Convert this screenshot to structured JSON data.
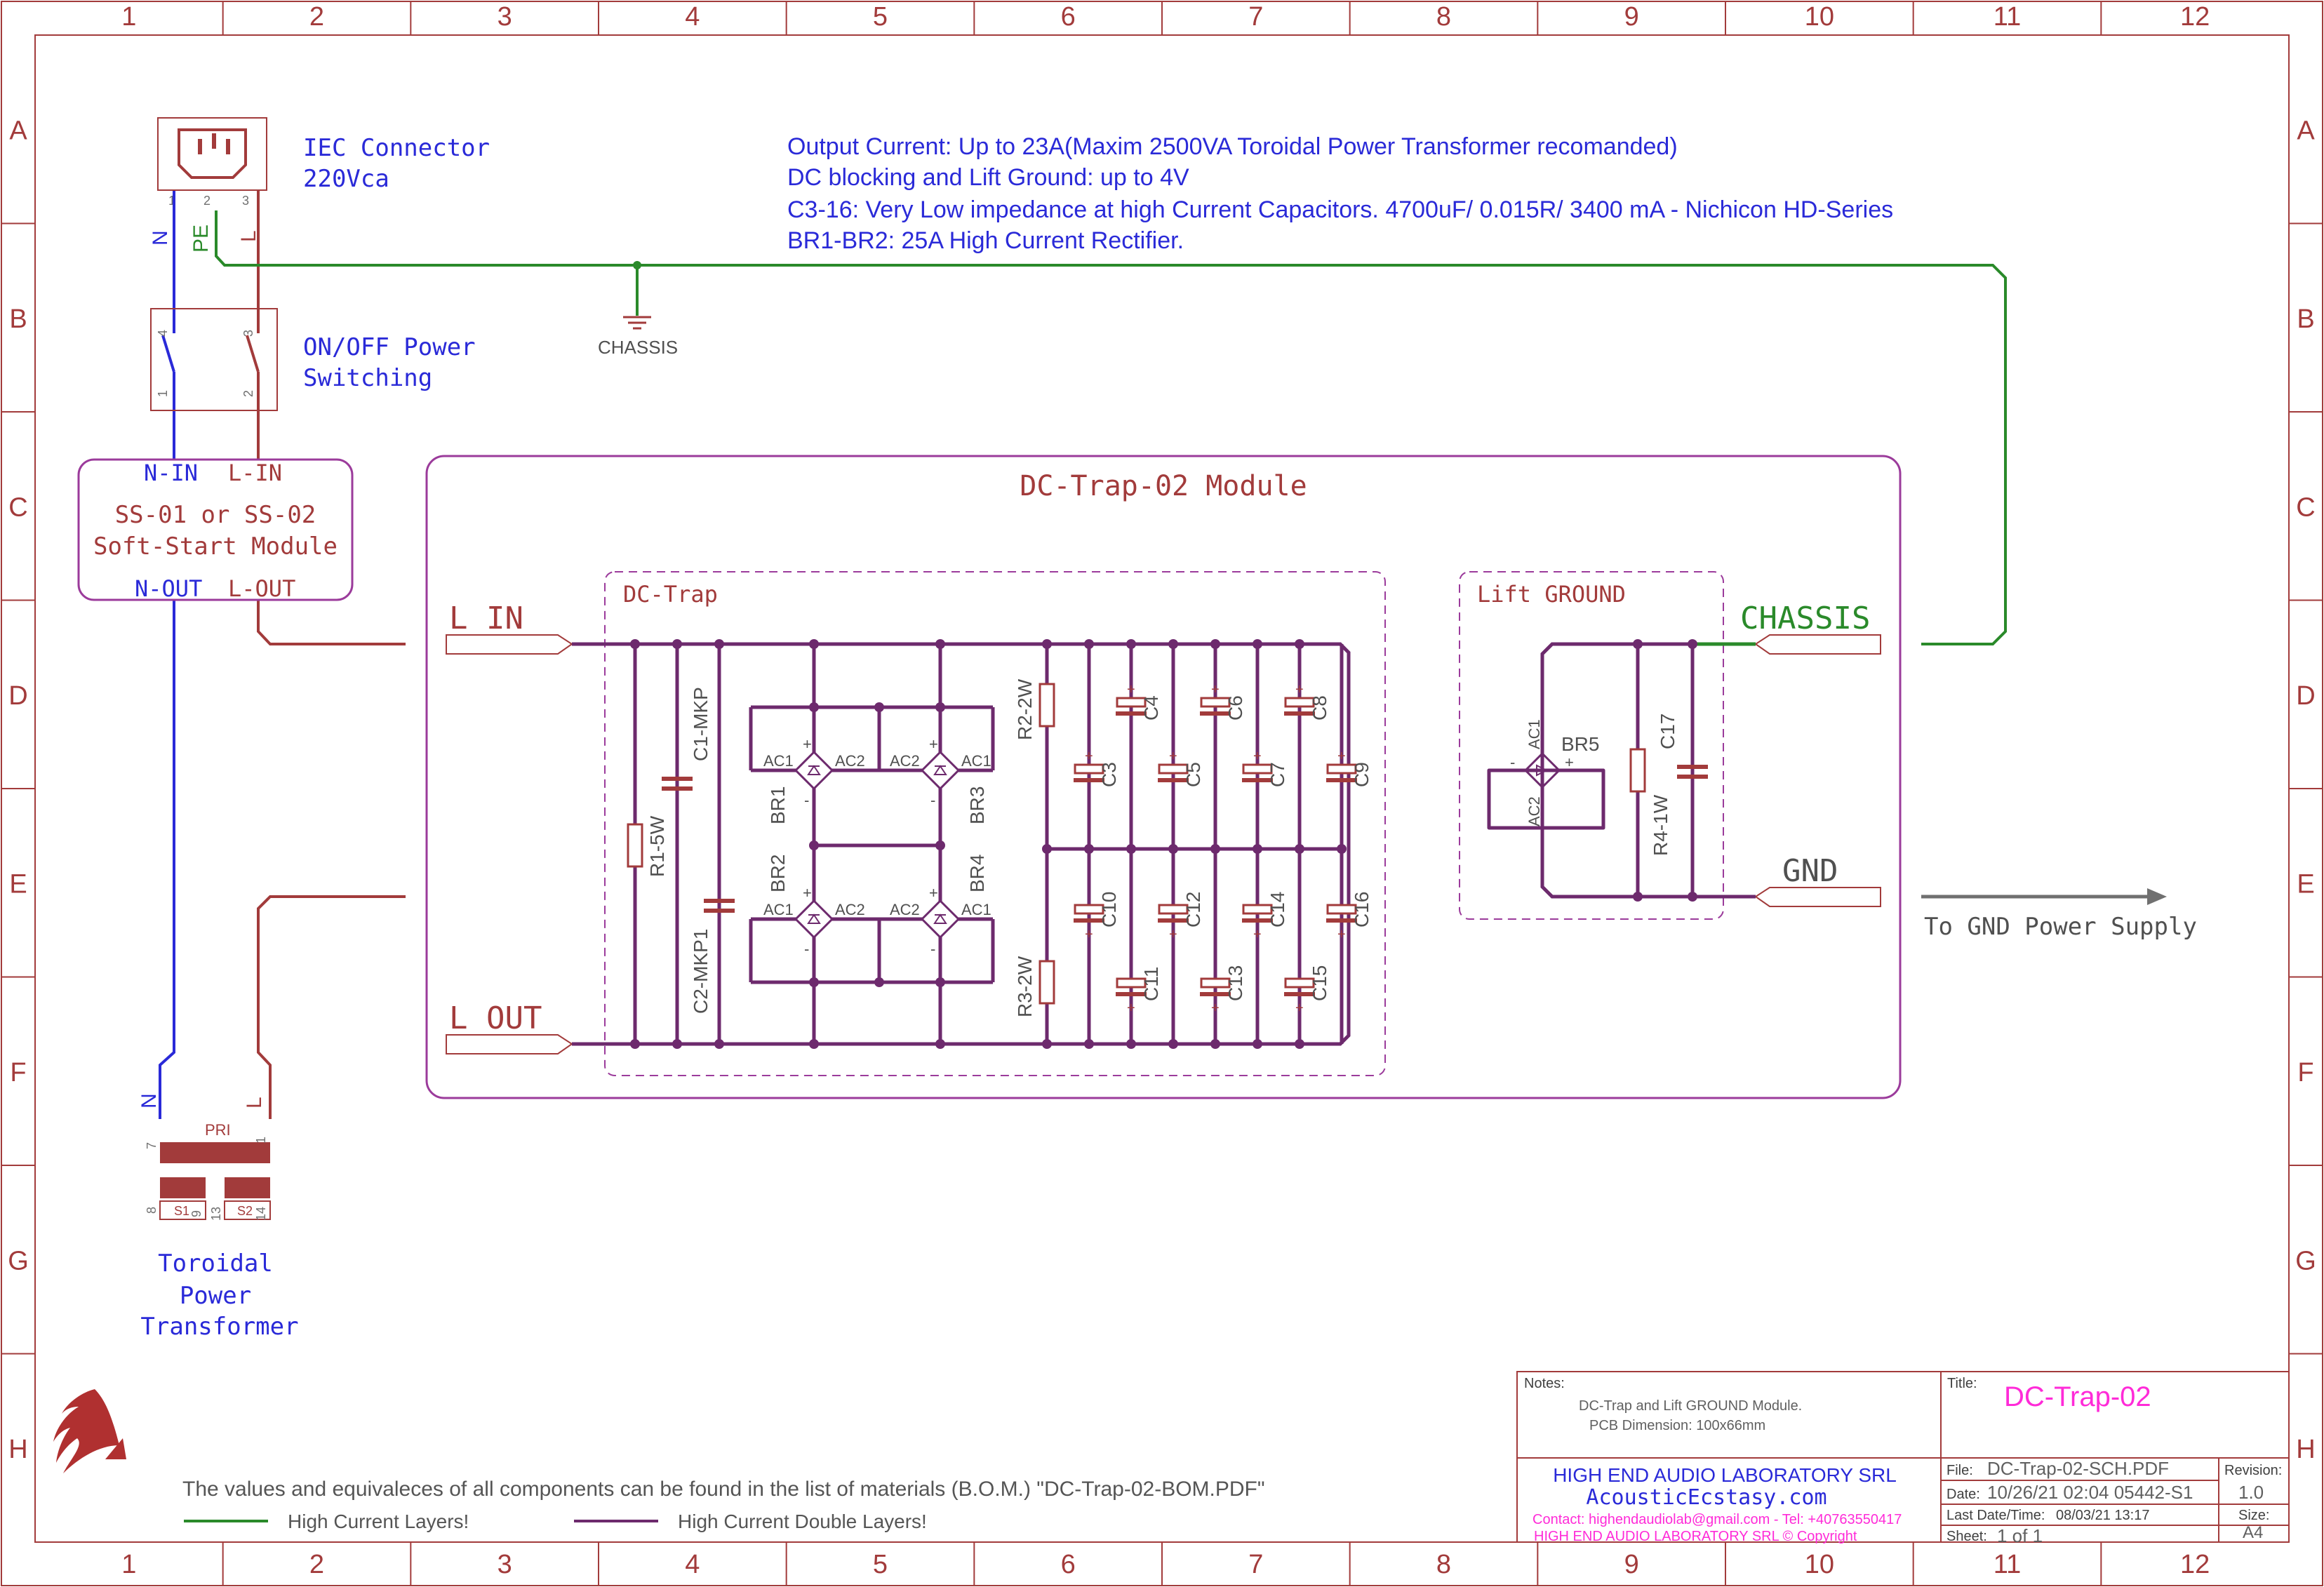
{
  "colors": {
    "frame": "#a23b3b",
    "wire": "#a23b3b",
    "bus": "#6d2a6d",
    "green": "#2a8a2a",
    "blue": "#2a2ad8",
    "module": "#9b3b9b",
    "dim": "#707070",
    "magenta": "#ff2bd8",
    "arrow": "#707070"
  },
  "grid": {
    "columns": [
      "1",
      "2",
      "3",
      "4",
      "5",
      "6",
      "7",
      "8",
      "9",
      "10",
      "11",
      "12"
    ],
    "rows": [
      "A",
      "B",
      "C",
      "D",
      "E",
      "F",
      "G",
      "H"
    ]
  },
  "notes_top": [
    "Output Current: Up to 23A(Maxim 2500VA Toroidal Power Transformer recomanded)",
    "DC blocking and Lift Ground: up to 4V",
    "C3-16: Very Low impedance at high Current Capacitors. 4700uF/ 0.015R/ 3400 mA - Nichicon HD-Series",
    "BR1-BR2: 25A High Current Rectifier."
  ],
  "iec": {
    "title_line1": "IEC Connector",
    "title_line2": "220Vca",
    "pin1": "1",
    "pin2": "2",
    "pin3": "3",
    "n": "N",
    "pe": "PE",
    "l": "L"
  },
  "chassis_label": "CHASSIS",
  "switch": {
    "line1": "ON/OFF Power",
    "line2": "Switching",
    "pins": [
      "4",
      "1",
      "3",
      "2"
    ]
  },
  "softstart": {
    "n_in": "N-IN",
    "l_in": "L-IN",
    "line1": "SS-01 or SS-02",
    "line2": "Soft-Start Module",
    "n_out": "N-OUT",
    "l_out": "L-OUT"
  },
  "module": {
    "title": "DC-Trap-02 Module",
    "l_in": "L IN",
    "l_out": "L OUT",
    "dctrap": "DC-Trap",
    "lift": "Lift GROUND",
    "chassis": "CHASSIS",
    "gnd": "GND"
  },
  "gnd_arrow_text": "To GND Power Supply",
  "parts": {
    "r1": "R1-5W",
    "c1": "C1-MKP",
    "c2": "C2-MKP1",
    "br1": "BR1",
    "br2": "BR2",
    "br3": "BR3",
    "br4": "BR4",
    "br5": "BR5",
    "ac1": "AC1",
    "ac2": "AC2",
    "r2": "R2-2W",
    "r3": "R3-2W",
    "r4": "R4-1W",
    "caps_top": [
      "C4",
      "C6",
      "C8"
    ],
    "caps_mid": [
      "C3",
      "C5",
      "C7",
      "C9"
    ],
    "caps_low": [
      "C10",
      "C12",
      "C14",
      "C16"
    ],
    "caps_bot": [
      "C11",
      "C13",
      "C15"
    ],
    "c17": "C17",
    "plus": "+",
    "minus": "-"
  },
  "transformer": {
    "n": "N",
    "l": "L",
    "pri": "PRI",
    "pin7": "7",
    "pin1": "1",
    "pin8": "8",
    "pin9": "9",
    "pin13": "13",
    "pin14": "14",
    "s1": "S1",
    "s2": "S2",
    "line1": "Toroidal",
    "line2": "Power",
    "line3": "Transformer"
  },
  "legend": {
    "bom": "The values and equivaleces of all components can be found in the list of materials (B.O.M.) \"DC-Trap-02-BOM.PDF\"",
    "green_layers": "High Current Layers!",
    "double_layers": "High Current Double Layers!"
  },
  "titleblock": {
    "notes_label": "Notes:",
    "note1": "DC-Trap and Lift GROUND Module.",
    "note2": "PCB Dimension: 100x66mm",
    "title_label": "Title:",
    "title": "DC-Trap-02",
    "company": "HIGH END AUDIO LABORATORY SRL",
    "website": "AcousticEcstasy.com",
    "contact": "Contact: highendaudiolab@gmail.com - Tel: +40763550417",
    "copyright": "HIGH END AUDIO LABORATORY SRL © Copyright",
    "file_label": "File:",
    "file": "DC-Trap-02-SCH.PDF",
    "revision_label": "Revision:",
    "revision": "1.0",
    "date_label": "Date:",
    "date": "10/26/21 02:04 05442-S1",
    "lastdate_label": "Last Date/Time:",
    "lastdate": "08/03/21 13:17",
    "size_label": "Size:",
    "size": "A4",
    "sheet_label": "Sheet:",
    "sheet": "1 of 1"
  }
}
